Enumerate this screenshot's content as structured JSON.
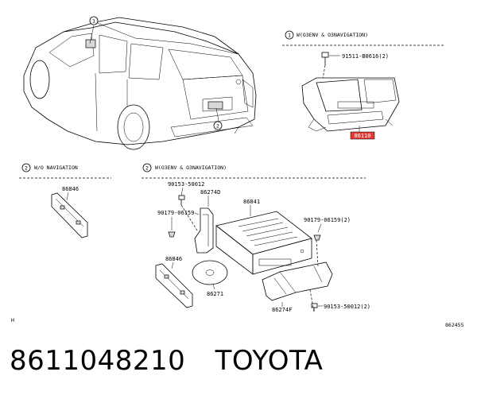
{
  "callouts": {
    "one": "1",
    "two": "2"
  },
  "sections": {
    "top_right_title": "W(O3ENV & O3NAVIGATION)",
    "left_title": "W/O NAVIGATION",
    "bottom_title": "W(O3ENV & O3NAVIGATION)"
  },
  "parts": {
    "bolt_top": "91511-B0616(2)",
    "display_unit": "86110",
    "cover_left": "86846",
    "bolt_a": "90153-50012",
    "bracket_d": "86274D",
    "clip_left": "90179-06159",
    "navi_computer": "86841",
    "clip_right": "90179-06159(2)",
    "cover_lower": "86846",
    "disc": "86271",
    "bracket_f": "86274F",
    "bolt_b": "90153-50012(2)"
  },
  "diagram_marks": {
    "small_mark": "H",
    "ref_code": "862455"
  },
  "footer": {
    "part_number": "8611048210",
    "brand": "TOYOTA"
  }
}
